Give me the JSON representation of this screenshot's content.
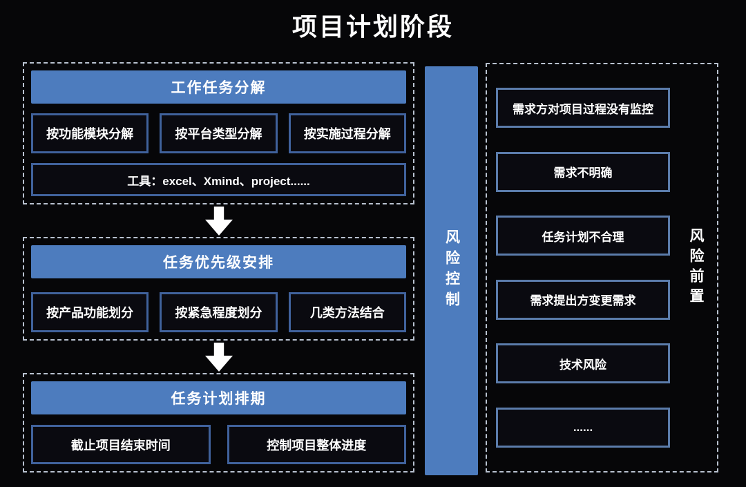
{
  "title": "项目计划阶段",
  "colors": {
    "background": "#060608",
    "accent_blue": "#4d7cbe",
    "left_item_border": "#40629c",
    "right_item_border": "#5b7cab",
    "dashed_border": "#b9c2d0",
    "text": "#ffffff"
  },
  "left_sections": [
    {
      "header": "工作任务分解",
      "items": [
        "按功能模块分解",
        "按平台类型分解",
        "按实施过程分解"
      ],
      "footer": "工具：excel、Xmind、project......"
    },
    {
      "header": "任务优先级安排",
      "items": [
        "按产品功能划分",
        "按紧急程度划分",
        "几类方法结合"
      ]
    },
    {
      "header": "任务计划排期",
      "items": [
        "截止项目结束时间",
        "控制项目整体进度"
      ]
    }
  ],
  "middle_bar": {
    "label": "风险控制"
  },
  "right_panel": {
    "label": "风险前置",
    "items": [
      "需求方对项目过程没有监控",
      "需求不明确",
      "任务计划不合理",
      "需求提出方变更需求",
      "技术风险",
      "......"
    ]
  }
}
